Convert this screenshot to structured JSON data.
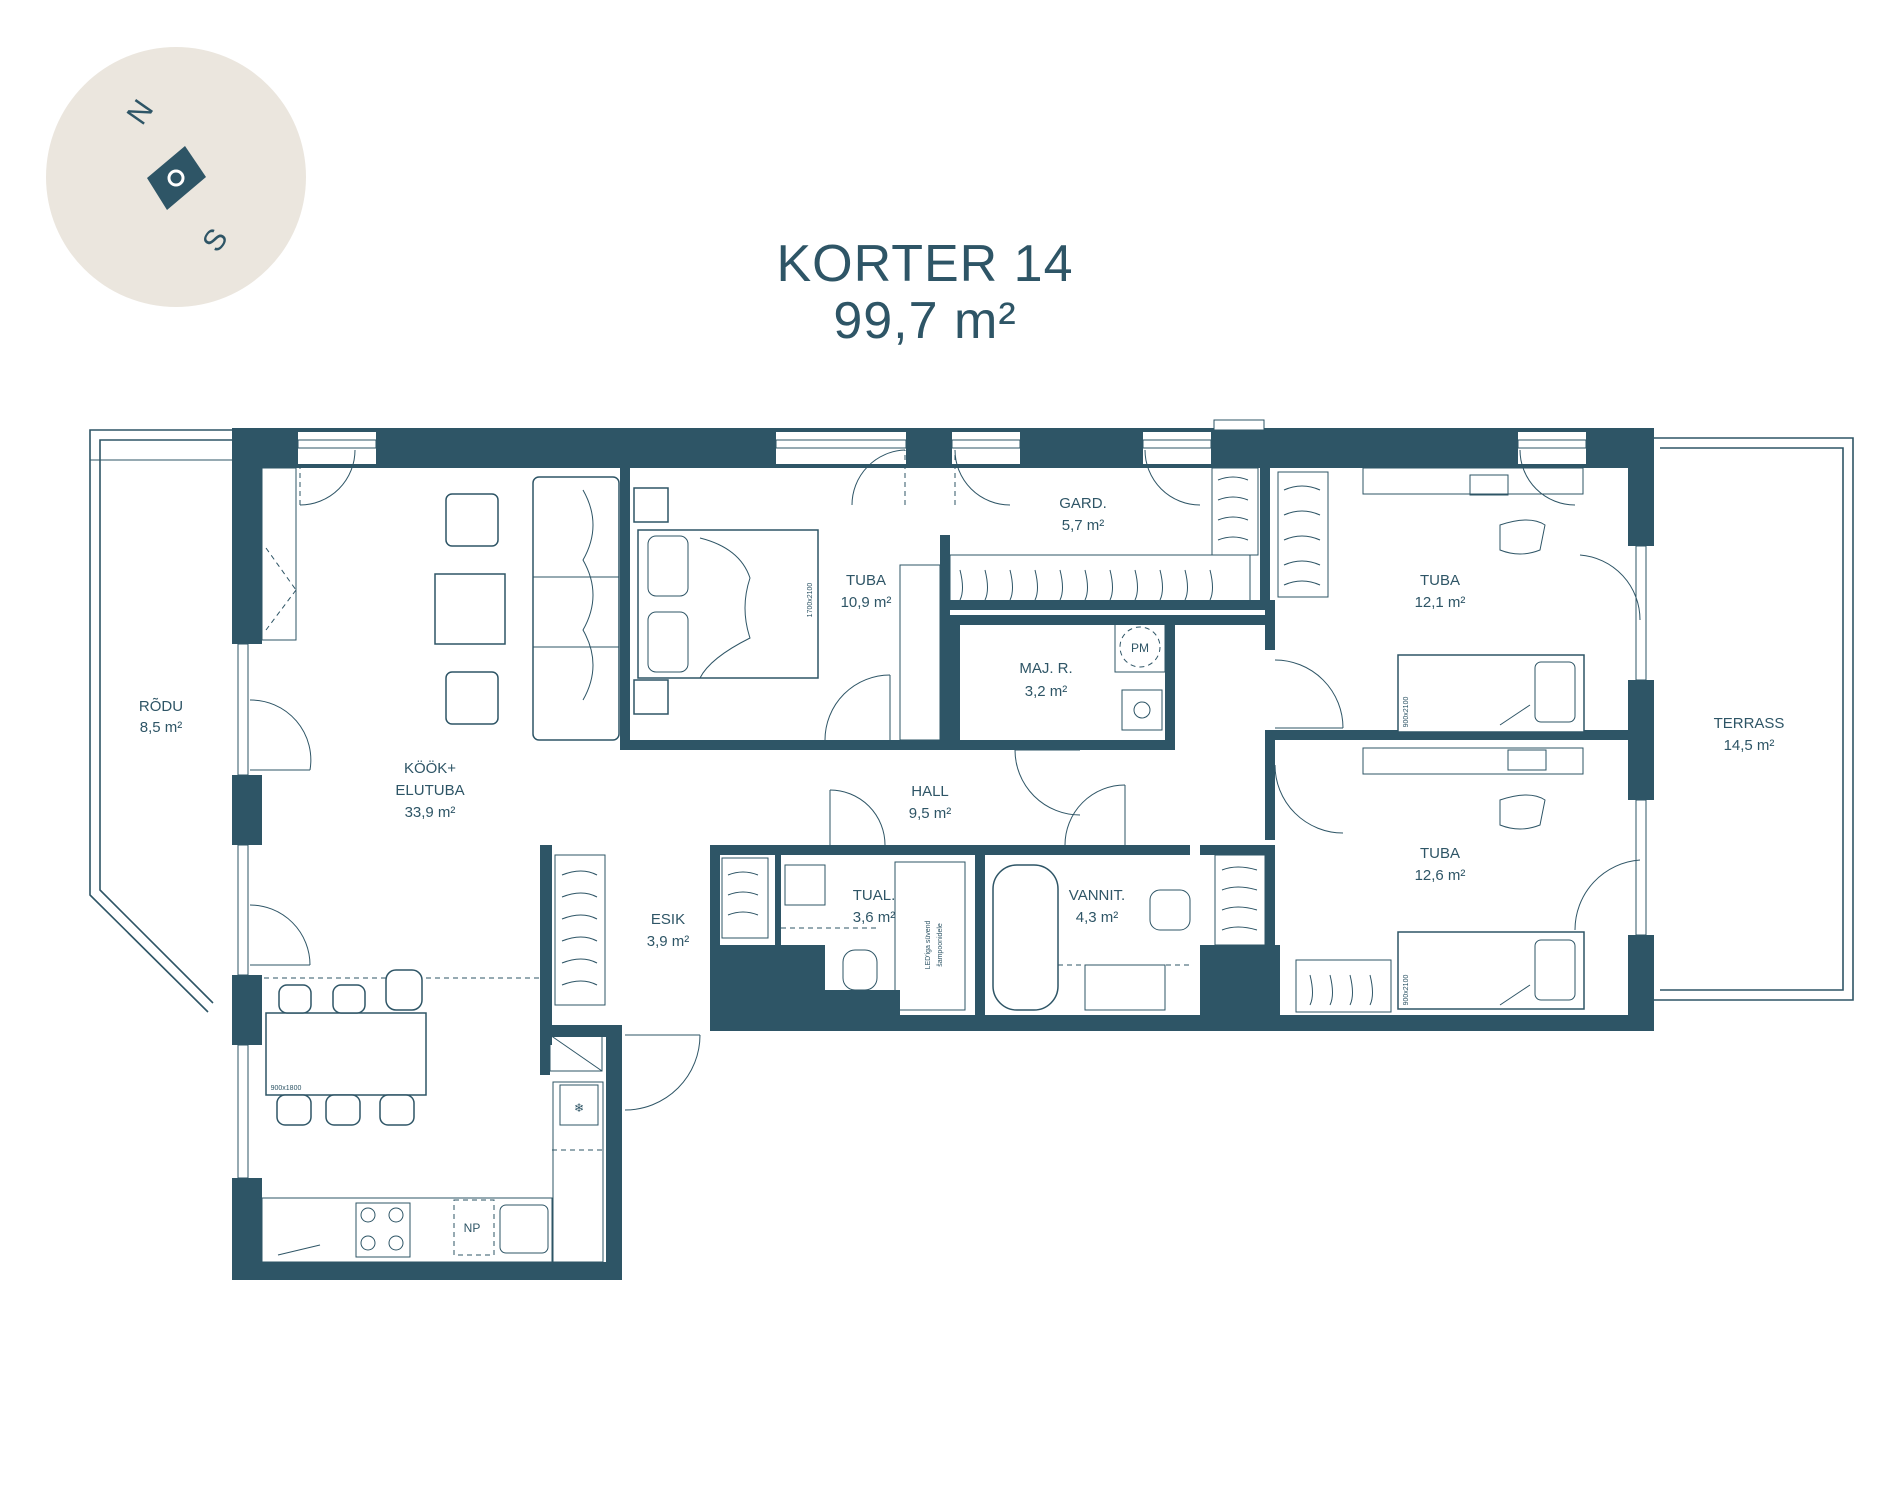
{
  "title": {
    "line1": "KORTER 14",
    "line2": "99,7 m²"
  },
  "compass": {
    "north": "N",
    "south": "S"
  },
  "colors": {
    "wall": "#2e5566",
    "compass_bg": "#ebe6de",
    "background": "#ffffff"
  },
  "rooms": {
    "rodu": {
      "name": "RÕDU",
      "area": "8,5 m²"
    },
    "kook": {
      "name1": "KÖÖK+",
      "name2": "ELUTUBA",
      "area": "33,9 m²"
    },
    "tuba1": {
      "name": "TUBA",
      "area": "10,9 m²"
    },
    "gard": {
      "name": "GARD.",
      "area": "5,7 m²"
    },
    "majr": {
      "name": "MAJ. R.",
      "area": "3,2 m²"
    },
    "hall": {
      "name": "HALL",
      "area": "9,5 m²"
    },
    "esik": {
      "name": "ESIK",
      "area": "3,9 m²"
    },
    "tual": {
      "name": "TUAL.",
      "area": "3,6 m²"
    },
    "vannit": {
      "name": "VANNIT.",
      "area": "4,3 m²"
    },
    "tuba2": {
      "name": "TUBA",
      "area": "12,1 m²"
    },
    "tuba3": {
      "name": "TUBA",
      "area": "12,6 m²"
    },
    "terrass": {
      "name": "TERRASS",
      "area": "14,5 m²"
    }
  },
  "labels": {
    "pm": "PM",
    "np": "NP",
    "shower_note1": "LED'iga süvend",
    "shower_note2": "šampoonidele",
    "bed1_size": "1700x2100",
    "bed2_size": "900x2100",
    "bed3_size": "900x2100",
    "table_size": "900x1800"
  }
}
